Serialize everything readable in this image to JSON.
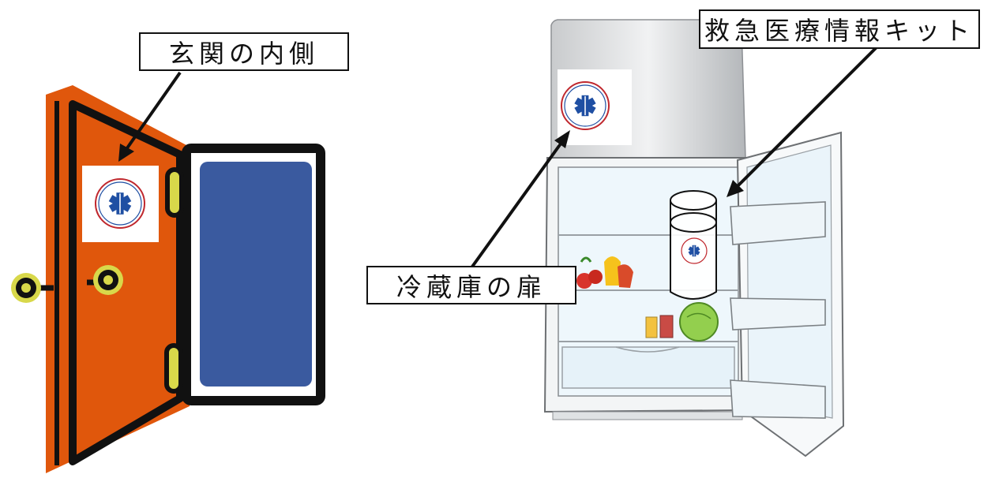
{
  "labels": {
    "entrance_inside": "玄関の内側",
    "kit_name": "救急医療情報キット",
    "fridge_door": "冷蔵庫の扉"
  },
  "colors": {
    "door_orange": "#e0570c",
    "door_blue": "#3a5a9f",
    "knob_yellow": "#d8d84a",
    "emblem_blue": "#1f4fa3",
    "emblem_red": "#c0282e",
    "fridge_gray": "#b9bcbf",
    "fridge_interior": "#eef7fc"
  },
  "icons": [
    "star-of-life-icon"
  ]
}
